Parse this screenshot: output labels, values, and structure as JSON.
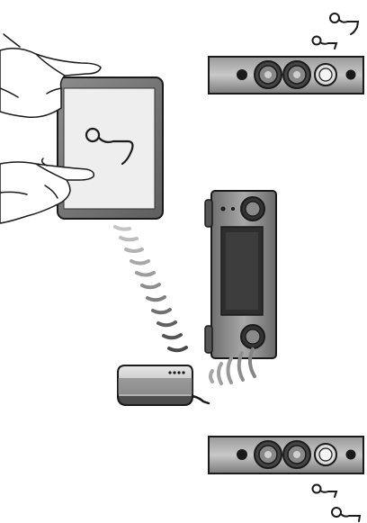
{
  "diagram": {
    "components": [
      {
        "id": "tablet",
        "icon": "music-note-icon"
      },
      {
        "id": "front-speaker",
        "icon": "speaker-icon"
      },
      {
        "id": "av-receiver",
        "icon": "receiver-icon"
      },
      {
        "id": "wireless-adapter",
        "icon": "adapter-icon"
      },
      {
        "id": "rear-speaker",
        "icon": "speaker-icon"
      }
    ],
    "signals": [
      {
        "from": "tablet",
        "to": "wireless-adapter",
        "type": "wireless"
      },
      {
        "from": "wireless-adapter",
        "to": "av-receiver",
        "type": "wireless"
      }
    ],
    "colors": {
      "outline": "#1a1a1a",
      "device_dark": "#3a3a3a",
      "device_mid": "#8a8a8a",
      "device_light": "#c9c9c9",
      "screen": "#eeeeee",
      "wave_dark": "#4a4a4a",
      "wave_light": "#b0b0b0"
    }
  }
}
